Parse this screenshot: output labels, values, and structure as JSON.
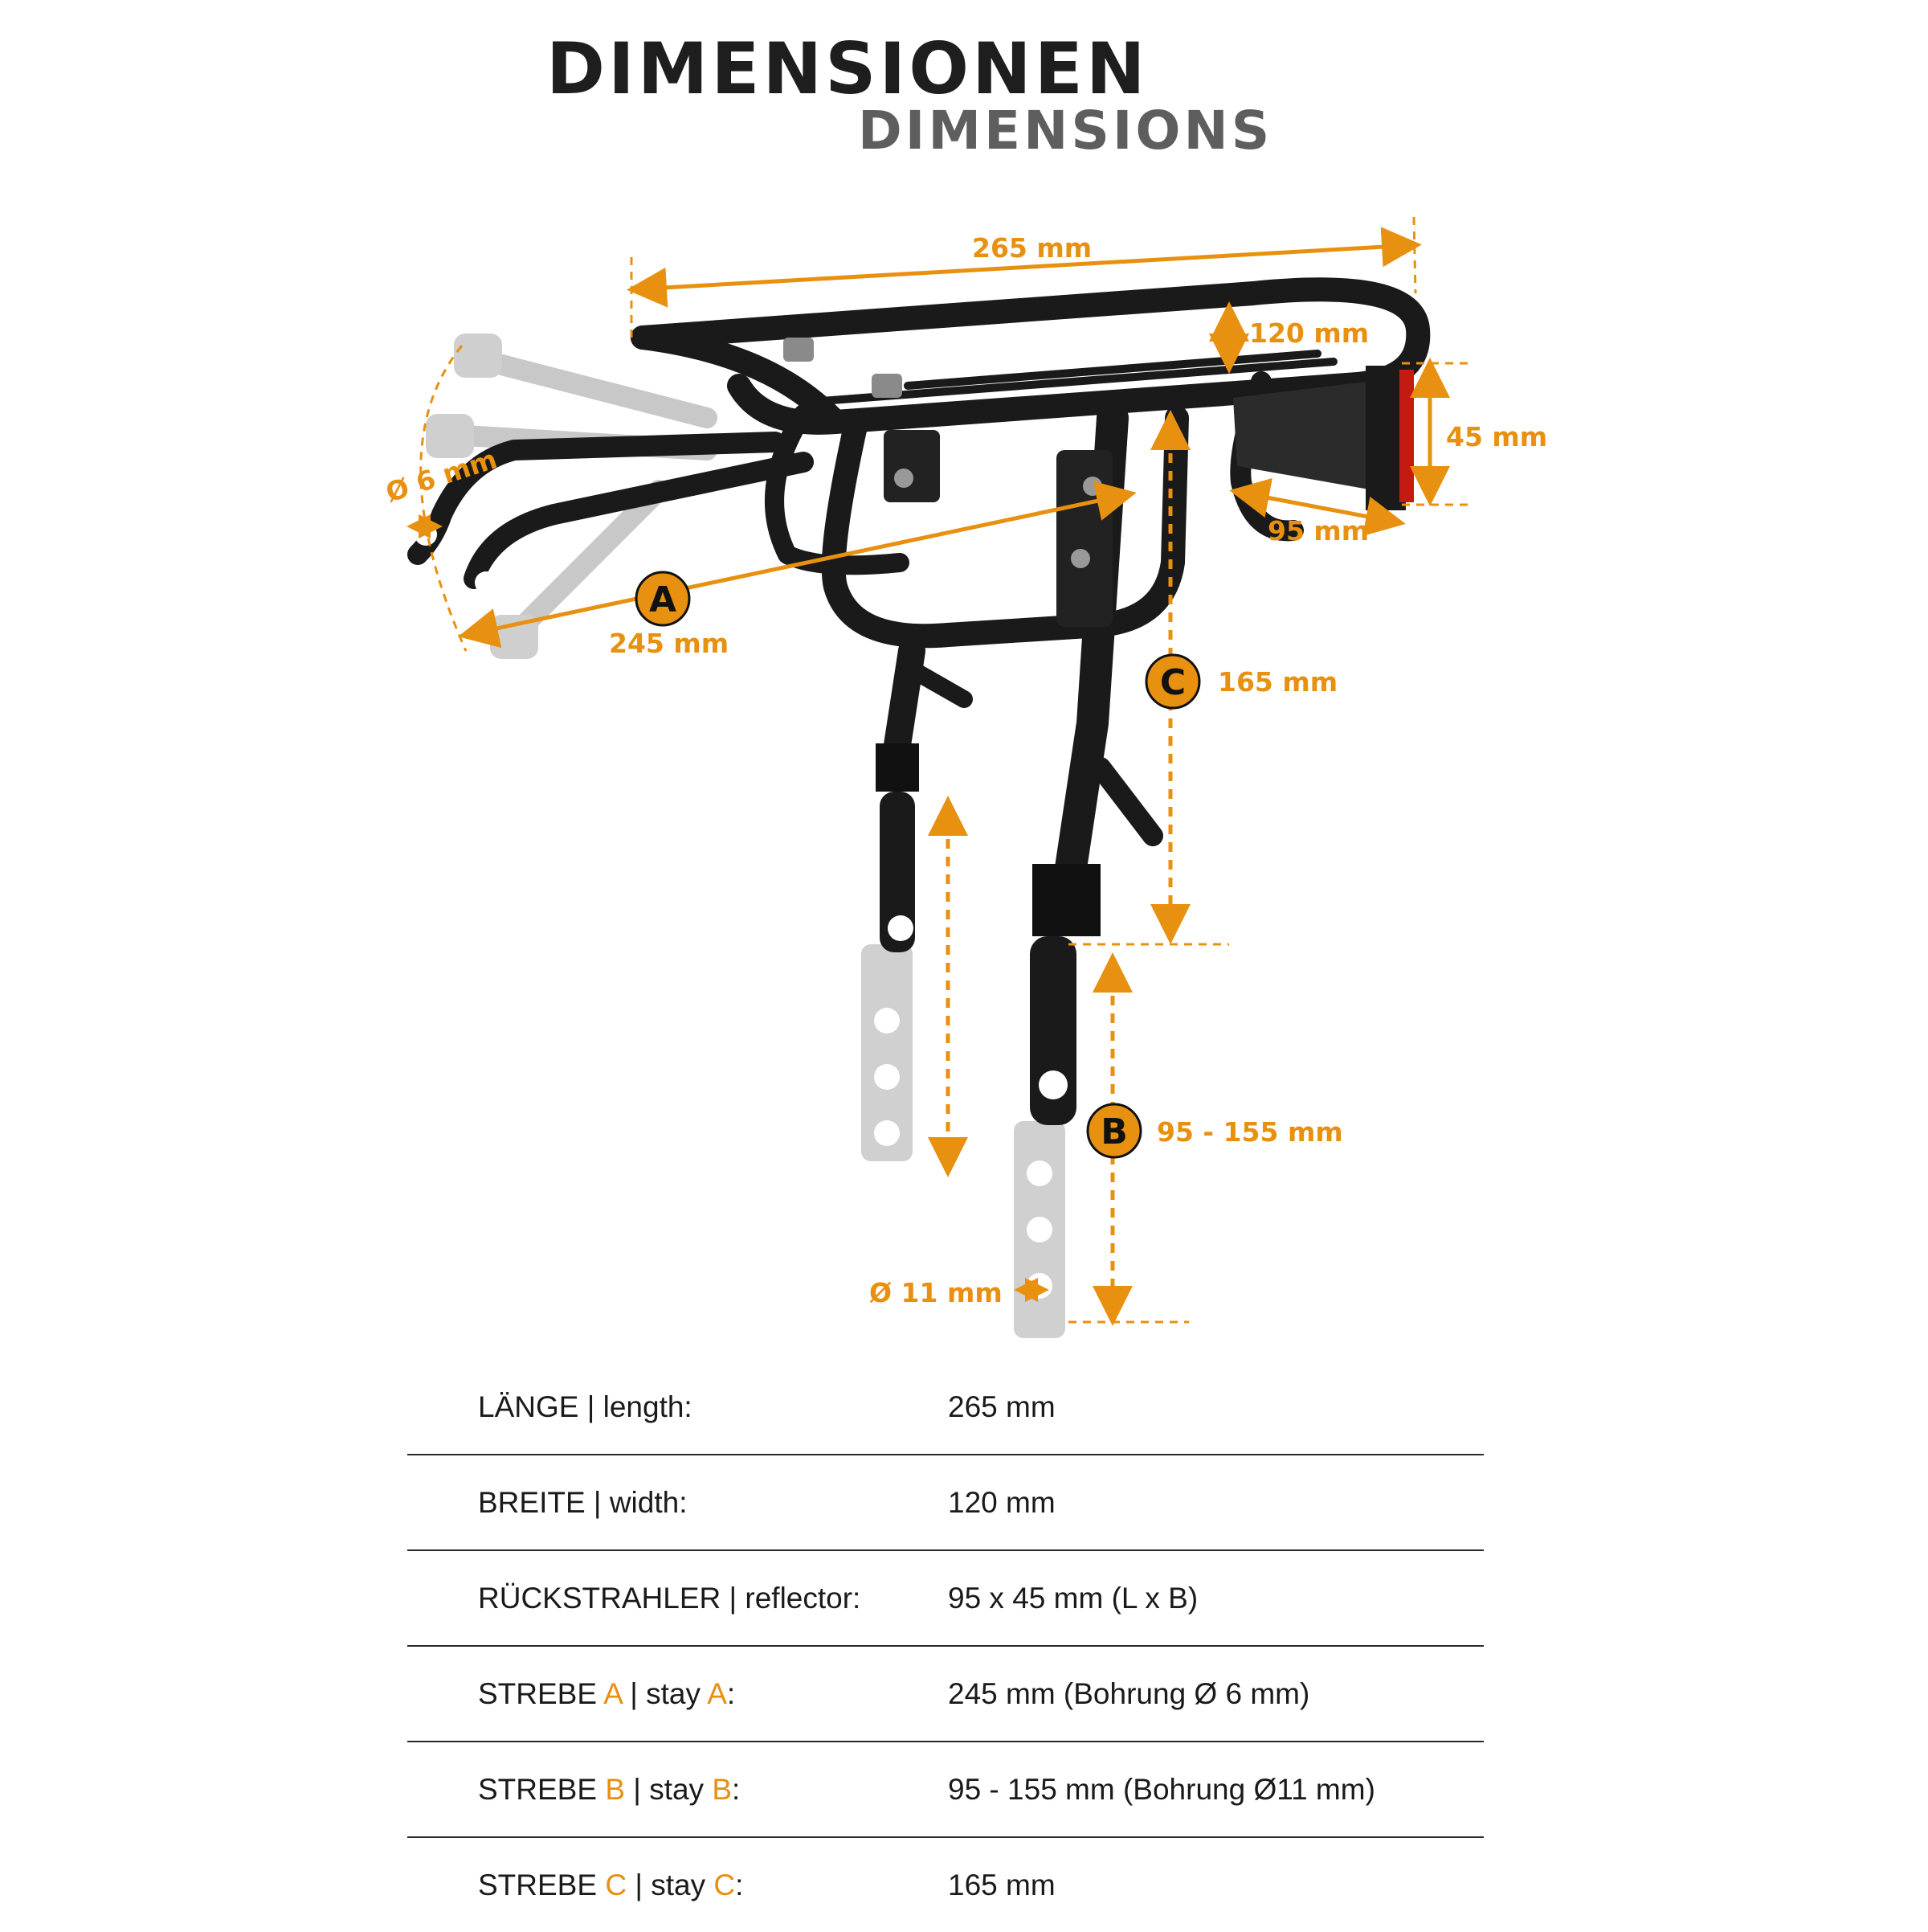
{
  "titles": {
    "de": "DIMENSIONEN",
    "en": "DIMENSIONS"
  },
  "colors": {
    "accent": "#e8900f",
    "frame": "#1a1a1a",
    "ghost": "#c8c8c8",
    "reflector": "#c41a12"
  },
  "callouts": {
    "length": "265 mm",
    "width": "120 mm",
    "reflector_height": "45 mm",
    "reflector_length": "95 mm",
    "bore_a": "Ø 6 mm",
    "stay_a": {
      "letter": "A",
      "value": "245 mm"
    },
    "stay_c": {
      "letter": "C",
      "value": "165 mm"
    },
    "stay_b": {
      "letter": "B",
      "value": "95 - 155 mm"
    },
    "bore_b": "Ø 11 mm"
  },
  "spec_table": [
    {
      "label_de": "LÄNGE",
      "label_en": "length:",
      "value": "265 mm"
    },
    {
      "label_de": "BREITE",
      "label_en": "width:",
      "value": "120 mm"
    },
    {
      "label_de": "RÜCKSTRAHLER",
      "label_en": "reflector:",
      "value": "95 x 45 mm (L x B)"
    },
    {
      "label_de": "STREBE",
      "letter": "A",
      "label_en": "stay",
      "value": "245 mm (Bohrung Ø 6 mm)"
    },
    {
      "label_de": "STREBE",
      "letter": "B",
      "label_en": "stay",
      "value": "95 - 155 mm (Bohrung Ø11 mm)"
    },
    {
      "label_de": "STREBE",
      "letter": "C",
      "label_en": "stay",
      "value": "165 mm"
    }
  ]
}
